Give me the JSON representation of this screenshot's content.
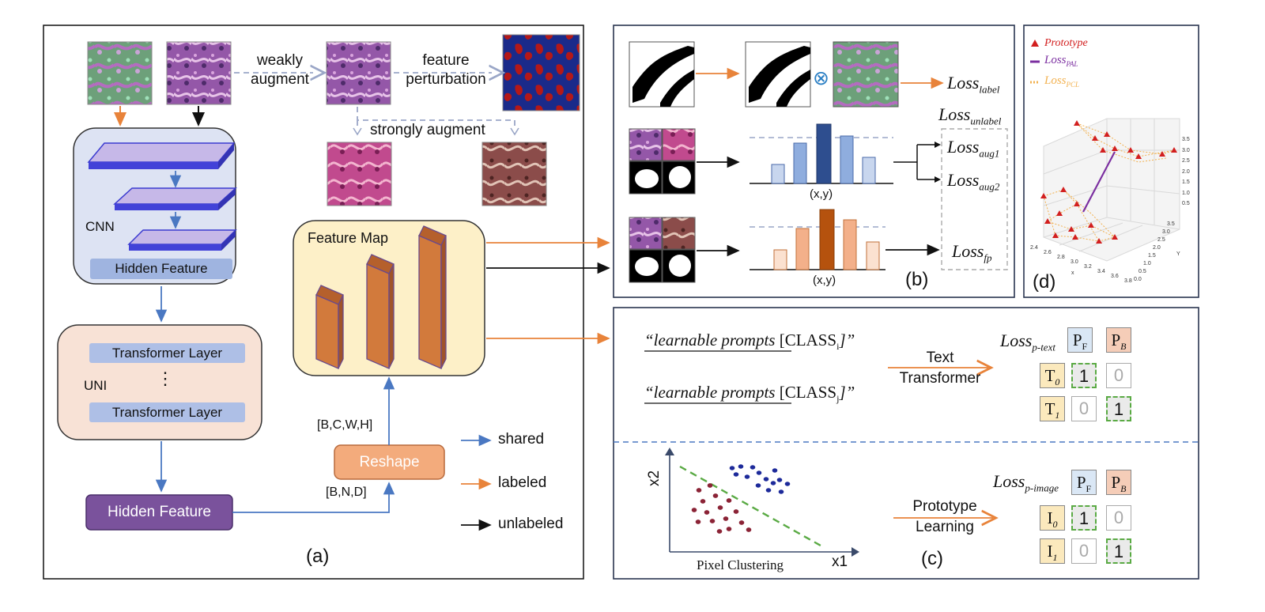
{
  "panel_a": {
    "label": "(a)",
    "cnn": "CNN",
    "hidden_feature_inner": "Hidden Feature",
    "transformer_layer": "Transformer Layer",
    "uni": "UNI",
    "dots": "⋮",
    "hidden_feature_outer": "Hidden Feature",
    "reshape": "Reshape",
    "shape_in": "[B,N,D]",
    "shape_out": "[B,C,W,H]",
    "feature_map": "Feature Map",
    "weakly_augment": "weakly\naugment",
    "feature_perturbation": "feature\nperturbation",
    "strongly_augment": "strongly augment",
    "legend": [
      {
        "label": "shared",
        "color": "#4a78c2"
      },
      {
        "label": "labeled",
        "color": "#e8833a"
      },
      {
        "label": "unlabeled",
        "color": "#111111"
      }
    ]
  },
  "panel_b": {
    "label": "(b)",
    "loss_label": "Loss",
    "loss_label_sub": "label",
    "loss_unlabel": "Loss",
    "loss_unlabel_sub": "unlabel",
    "loss_aug1": "Loss",
    "loss_aug1_sub": "aug1",
    "loss_aug2": "Loss",
    "loss_aug2_sub": "aug2",
    "loss_fp": "Loss",
    "loss_fp_sub": "fp",
    "xy1": "(x,y)",
    "xy2": "(x,y)",
    "otimes": "⊗"
  },
  "panel_c": {
    "label": "(c)",
    "prompt_i_text": "“learnable prompts",
    "prompt_i_class": "[CLASS",
    "prompt_i_sub": "i",
    "prompt_i_end": "]”",
    "prompt_j_text": "“learnable prompts",
    "prompt_j_class": "[CLASS",
    "prompt_j_sub": "j",
    "prompt_j_end": "]”",
    "text_transformer": "Text\nTransformer",
    "prototype_learning": "Prototype\nLearning",
    "pixel_clustering": "Pixel Clustering",
    "x1": "x1",
    "x2": "x2",
    "loss_p_text": "Loss",
    "loss_p_text_sub": "p-text",
    "loss_p_image": "Loss",
    "loss_p_image_sub": "p-image",
    "pf": "P",
    "pf_sub": "F",
    "pb": "P",
    "pb_sub": "B",
    "t0": "T",
    "t0_sub": "0",
    "t1": "T",
    "t1_sub": "1",
    "i0": "I",
    "i0_sub": "0",
    "i1": "I",
    "i1_sub": "1",
    "text_matrix": [
      [
        "1",
        "0"
      ],
      [
        "0",
        "1"
      ]
    ],
    "image_matrix": [
      [
        "1",
        "0"
      ],
      [
        "0",
        "1"
      ]
    ]
  },
  "panel_d": {
    "label": "(d)",
    "legend_prototype": "Prototype",
    "legend_pal": "Loss",
    "legend_pal_sub": "PAL",
    "legend_pcl": "Loss",
    "legend_pcl_sub": "PCL",
    "z_ticks": [
      "3.5",
      "3.0",
      "2.5",
      "2.0",
      "1.5",
      "1.0",
      "0.5"
    ],
    "x_ticks": [
      "2.4",
      "2.6",
      "2.8",
      "3.0",
      "3.2",
      "3.4",
      "3.6",
      "3.8"
    ],
    "y_ticks": [
      "0.0",
      "0.5",
      "1.0",
      "1.5",
      "2.0",
      "2.5",
      "3.0",
      "3.5"
    ],
    "x_axis": "x",
    "y_axis": "Y"
  },
  "colors": {
    "shared": "#4a78c2",
    "labeled": "#e8833a",
    "unlabeled": "#111111",
    "purple": "#7b4f9d",
    "prototype_red": "#d21f1f",
    "pcl_orange": "#f2b14f"
  }
}
